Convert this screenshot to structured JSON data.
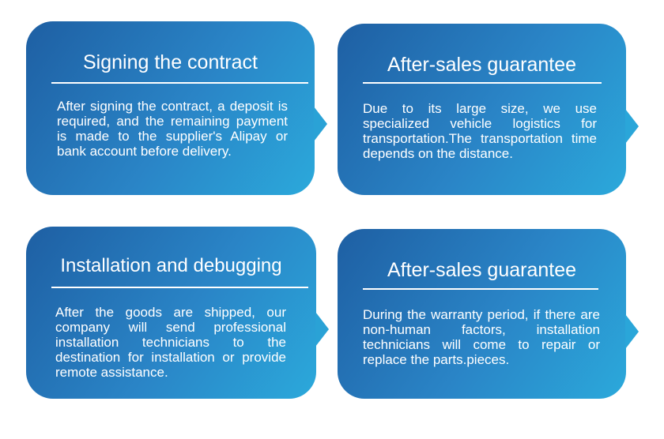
{
  "cards": [
    {
      "title": "Signing the contract",
      "body": "After signing the contract, a deposit is required, and the remaining payment is made to the supplier's Alipay or bank account before delivery."
    },
    {
      "title": "After-sales guarantee",
      "body": "Due to its large size, we use specialized vehicle logistics for transportation.The transportation time depends on the distance."
    },
    {
      "title": "Installation and debugging",
      "body": "After the goods are shipped, our company will send professional installation technicians to the destination for installation or provide remote assistance."
    },
    {
      "title": "After-sales guarantee",
      "body": "During the warranty period, if there are non-human factors, installation technicians will come to repair or replace the parts.pieces."
    }
  ],
  "colors": {
    "card_gradient_start": "#1e5fa3",
    "card_gradient_end": "#2ba9db",
    "text": "#ffffff"
  }
}
